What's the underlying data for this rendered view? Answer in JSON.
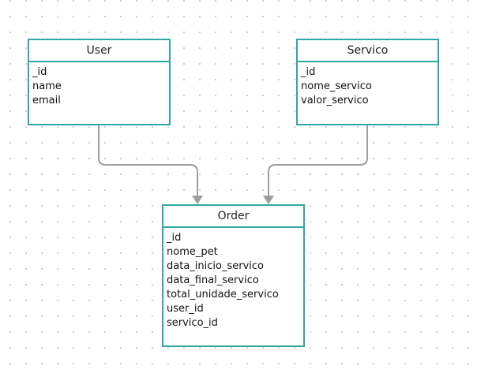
{
  "entities": {
    "user": {
      "title": "User",
      "fields": [
        "_id",
        "name",
        "email"
      ]
    },
    "servico": {
      "title": "Servico",
      "fields": [
        "_id",
        "nome_servico",
        "valor_servico"
      ]
    },
    "order": {
      "title": "Order",
      "fields": [
        "_id",
        "nome_pet",
        "data_inicio_servico",
        "data_final_servico",
        "total_unidade_servico",
        "user_id",
        "servico_id"
      ]
    }
  },
  "connectors": [
    {
      "from": "User",
      "to": "Order"
    },
    {
      "from": "Servico",
      "to": "Order"
    }
  ],
  "colors": {
    "entity_border": "#2ea8a0",
    "connector": "#9e9e9e",
    "grid_dot": "#c9ced3"
  }
}
